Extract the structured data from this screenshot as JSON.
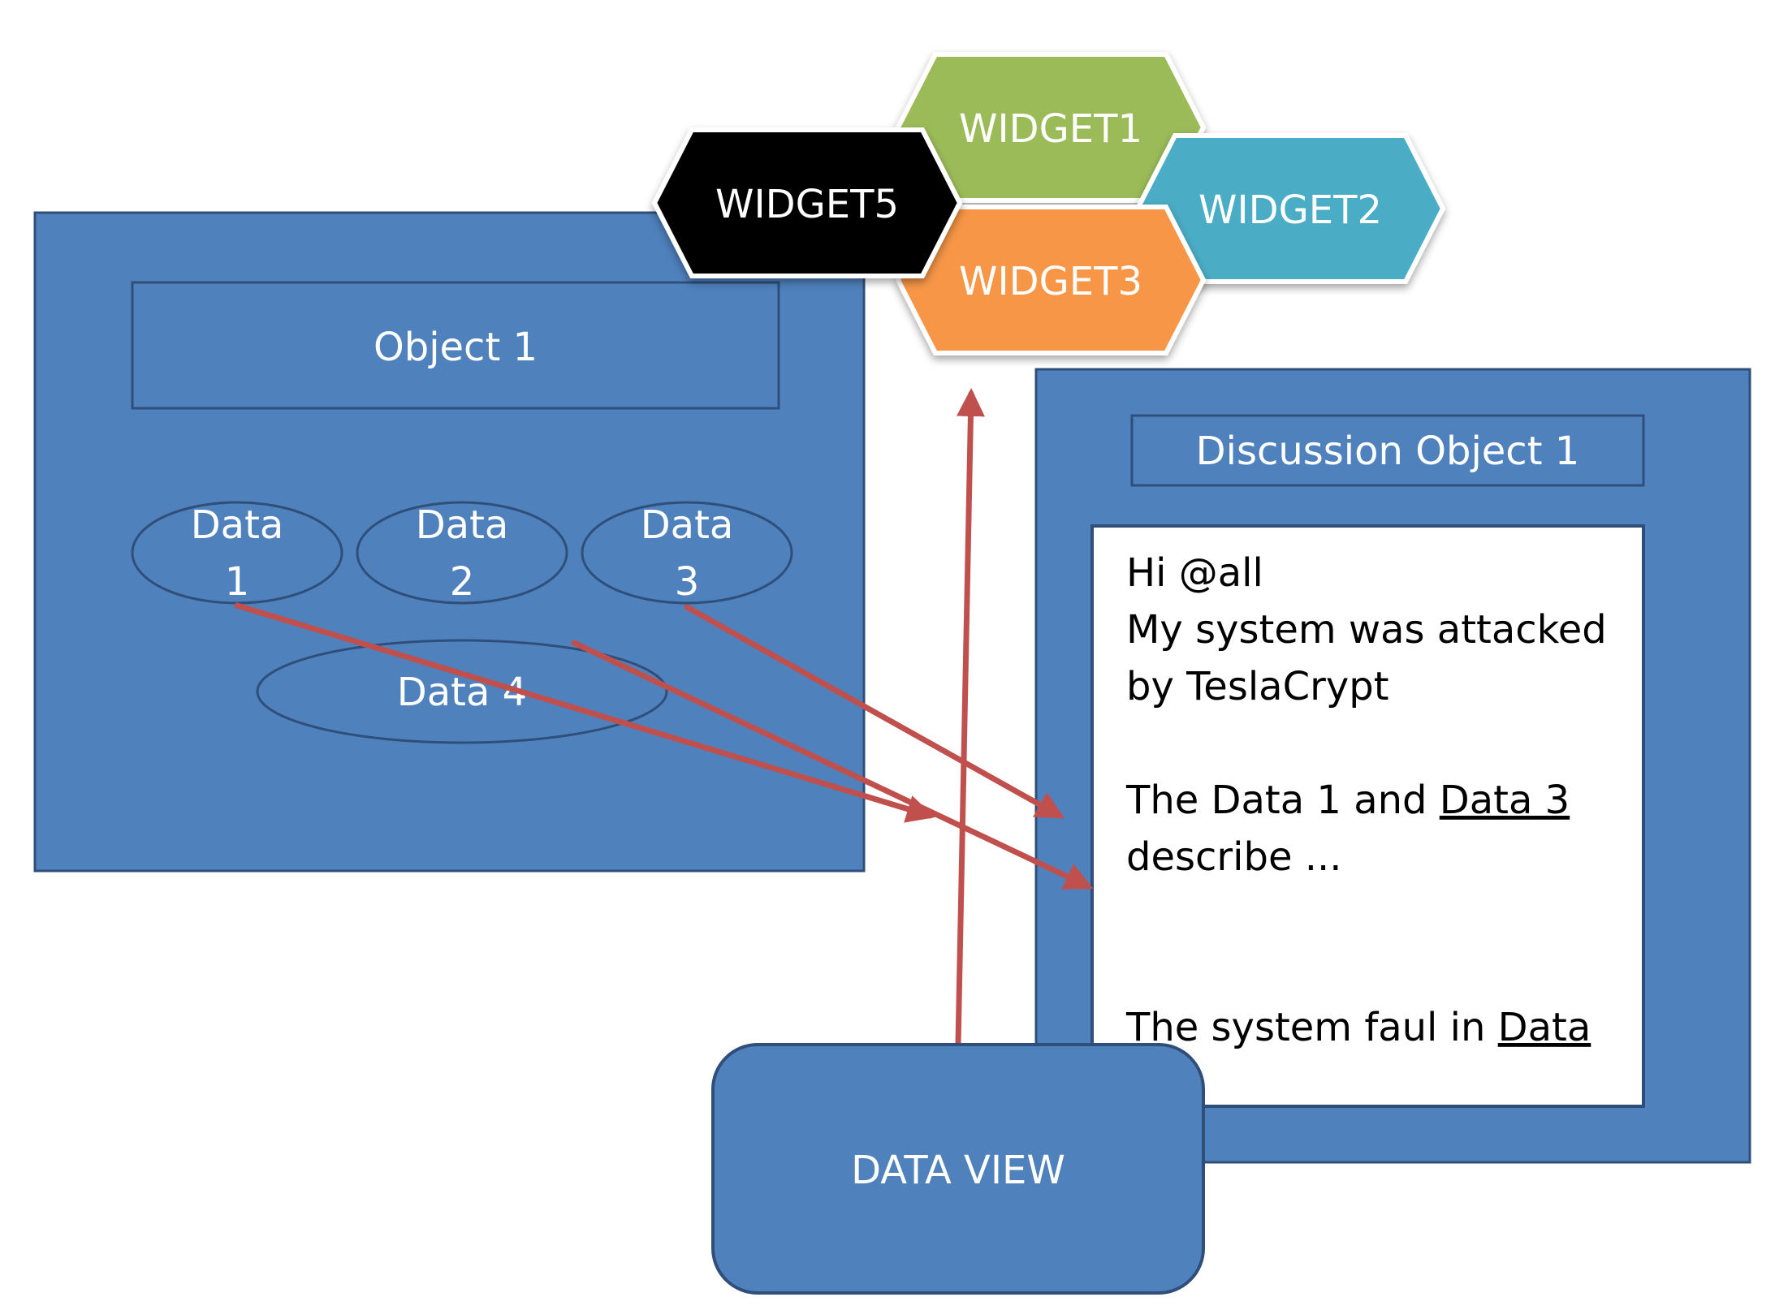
{
  "colors": {
    "panel_fill": "#4f81bd",
    "panel_stroke": "#2f4f7a",
    "arrow": "#c0504d",
    "text_light": "#ffffff",
    "text_dark": "#000000",
    "discussion_body": "#ffffff",
    "widget1": "#9bbb59",
    "widget2": "#4bacc6",
    "widget3": "#f79646",
    "widget5": "#000000"
  },
  "object_panel": {
    "title": "Object 1",
    "data_items": [
      {
        "line1": "Data",
        "line2": "1"
      },
      {
        "line1": "Data",
        "line2": "2"
      },
      {
        "line1": "Data",
        "line2": "3"
      }
    ],
    "data_item_4": "Data 4"
  },
  "widgets": [
    {
      "label": "WIDGET1",
      "icon": "hexagon"
    },
    {
      "label": "WIDGET2",
      "icon": "hexagon"
    },
    {
      "label": "WIDGET3",
      "icon": "hexagon"
    },
    {
      "label": "WIDGET5",
      "icon": "hexagon"
    }
  ],
  "discussion": {
    "title": "Discussion Object 1",
    "lines": {
      "l1": "Hi @all",
      "l2": "My system was attacked",
      "l3": "by TeslaCrypt",
      "l4_prefix": "The Data 1 and ",
      "l4_link": "Data 3",
      "l5": "describe ...",
      "l6_prefix": "The system faul in ",
      "l6_link": "Data"
    }
  },
  "data_view": {
    "label": "DATA VIEW"
  }
}
